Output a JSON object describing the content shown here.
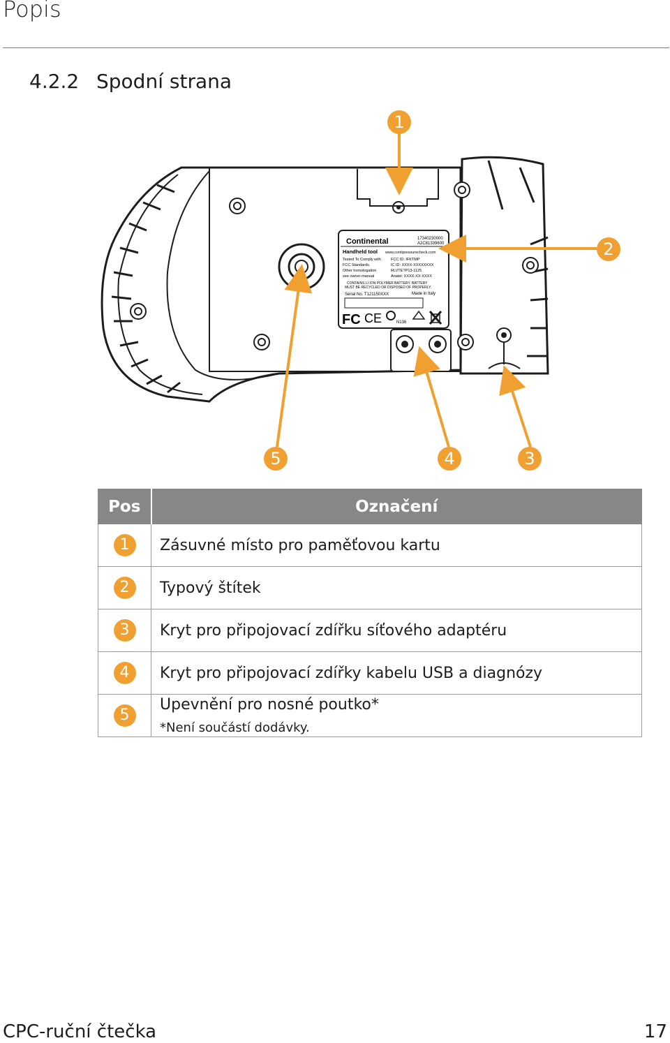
{
  "header": {
    "title": "Popis"
  },
  "section": {
    "number": "4.2.2",
    "title": "Spodní strana"
  },
  "figure": {
    "label": {
      "brand": "Continental",
      "code1": "17340230000",
      "code2": "A2C81339600",
      "product": "Handheld tool",
      "website": "www.contipressurecheck.com",
      "line1a": "Tested To Comply with",
      "line1b": "FCC ID: IFKTMP",
      "line2a": "FCC Standards.",
      "line2b": "IC ID: XXXX-XXXXXXXX",
      "line3a": "Other homologation",
      "line3b": "RLVTETP13-1125",
      "line4a": "see owner-manual",
      "line4b": "Anatel: XXXX-XX-XXXX",
      "warning1": "CONTAINS LI ION POLYMER BATTERY. BATTERY",
      "warning2": "MUST BE RECYCLED OR DISPOSED OF PROPERLY.",
      "serial": "Serial No. T121150XXX",
      "made_in": "Made in Italy",
      "n_code": "N136"
    },
    "callouts": [
      "1",
      "2",
      "3",
      "4",
      "5"
    ],
    "accent_color": "#f0a030"
  },
  "table": {
    "headers": {
      "pos": "Pos",
      "desc": "Označení"
    },
    "rows": [
      {
        "pos": "1",
        "text": "Zásuvné místo pro paměťovou kartu"
      },
      {
        "pos": "2",
        "text": "Typový štítek"
      },
      {
        "pos": "3",
        "text": "Kryt pro připojovací zdířku síťového adaptéru"
      },
      {
        "pos": "4",
        "text": "Kryt pro připojovací zdířky kabelu USB a diagnózy"
      },
      {
        "pos": "5",
        "text": "Upevnění pro nosné poutko*",
        "note": "*Není součástí dodávky."
      }
    ]
  },
  "footer": {
    "left": "CPC-ruční čtečka",
    "page": "17"
  }
}
